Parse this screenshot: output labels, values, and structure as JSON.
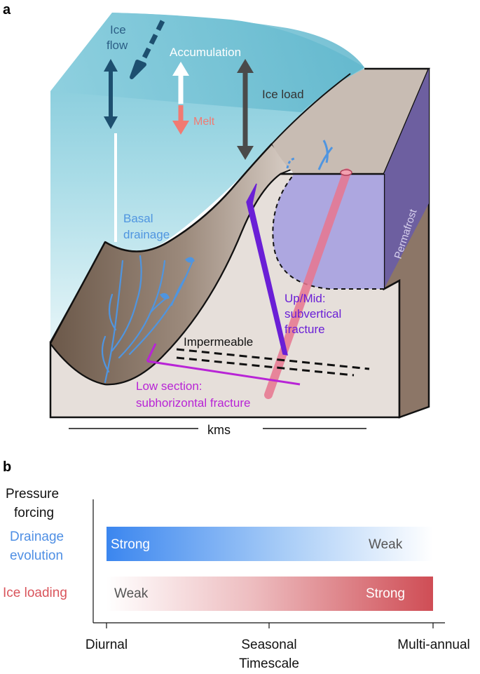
{
  "panel_a": {
    "label": "a",
    "labels": {
      "ice_flow_line1": "Ice",
      "ice_flow_line2": "flow",
      "accumulation": "Accumulation",
      "melt": "Melt",
      "ice_load": "Ice load",
      "basal_drainage_line1": "Basal",
      "basal_drainage_line2": "drainage",
      "permafrost": "Permafrost",
      "up_mid_line1": "Up/Mid:",
      "up_mid_line2": "subvertical",
      "up_mid_line3": "fracture",
      "impermeable": "Impermeable",
      "low_section_line1": "Low section:",
      "low_section_line2": "subhorizontal fracture",
      "scale": "kms"
    },
    "colors": {
      "ice": "#9fd8e4",
      "ice_light": "#dff2f6",
      "rock_face": "#e4ddd8",
      "rock_top": "#c9beb6",
      "rock_dark": "#6e5a4c",
      "permafrost": "#a9a3dd",
      "permafrost_side": "#6d5fa0",
      "drainage": "#4f95e0",
      "fracture_purple": "#6a1fd6",
      "fracture_magenta": "#b824d6",
      "melt": "#f17a72",
      "ice_load": "#4a4a4a",
      "ice_flow": "#1d4f6f",
      "pipe": "#e8768f"
    }
  },
  "panel_b": {
    "label": "b",
    "pressure_line1": "Pressure",
    "pressure_line2": "forcing",
    "drainage_line1": "Drainage",
    "drainage_line2": "evolution",
    "ice_loading": "Ice loading",
    "drainage_bar": {
      "left": "Strong",
      "right": "Weak",
      "color": "#3b86ef"
    },
    "ice_bar": {
      "left": "Weak",
      "right": "Strong",
      "color": "#cf4d55"
    },
    "x_axis": {
      "ticks": [
        "Diurnal",
        "Seasonal",
        "Multi-annual"
      ],
      "title": "Timescale"
    },
    "colors": {
      "drainage_label": "#4f8fe4",
      "ice_loading_label": "#d9555c"
    }
  }
}
